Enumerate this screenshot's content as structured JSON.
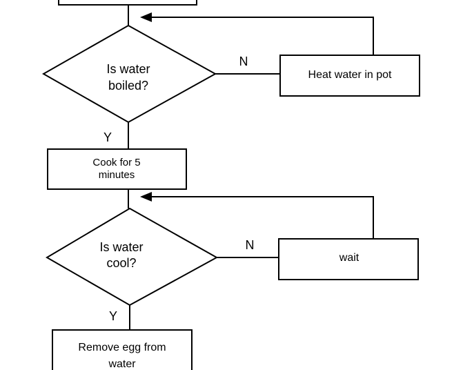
{
  "flowchart": {
    "decision_boiled": {
      "line1": "Is water",
      "line2": "boiled?"
    },
    "decision_cool": {
      "line1": "Is water",
      "line2": "cool?"
    },
    "process_heat": {
      "label": "Heat water in pot"
    },
    "process_cook": {
      "line1": "Cook for 5",
      "line2": "minutes"
    },
    "process_wait": {
      "label": "wait"
    },
    "process_remove": {
      "line1": "Remove egg from",
      "line2": "water"
    },
    "branch_labels": {
      "boiled_no": "N",
      "boiled_yes": "Y",
      "cool_no": "N",
      "cool_yes": "Y"
    }
  }
}
